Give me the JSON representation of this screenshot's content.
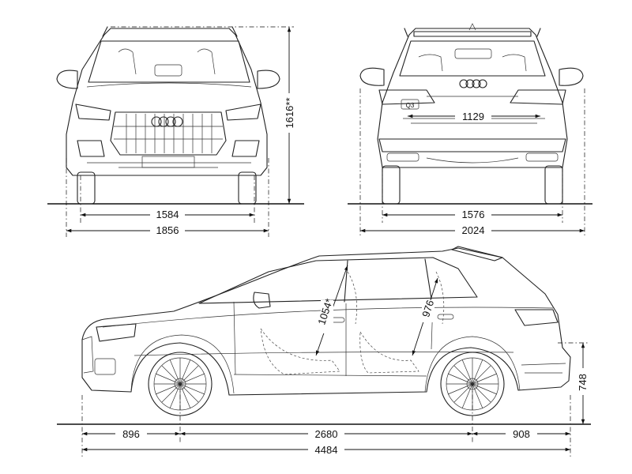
{
  "labels": {
    "front_track": "1584",
    "front_width": "1856",
    "height": "1616**",
    "rear_opening": "1129",
    "rear_track": "1576",
    "width_mirrors": "2024",
    "overhang_front": "896",
    "wheelbase": "2680",
    "overhang_rear": "908",
    "length": "4484",
    "loading_edge": "748",
    "front_headroom": "1054*",
    "rear_headroom": "976"
  },
  "badge": {
    "rear_model": "Q3"
  },
  "colors": {
    "line": "#222222",
    "background": "#ffffff"
  }
}
